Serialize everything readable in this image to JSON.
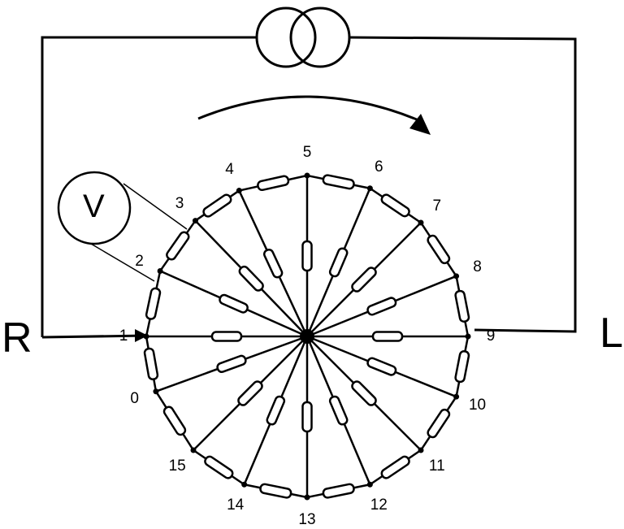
{
  "terminals": {
    "left_label": "R",
    "right_label": "L"
  },
  "voltmeter": {
    "label": "V"
  },
  "nodes": [
    "0",
    "1",
    "2",
    "3",
    "4",
    "5",
    "6",
    "7",
    "8",
    "9",
    "10",
    "11",
    "12",
    "13",
    "14",
    "15"
  ]
}
